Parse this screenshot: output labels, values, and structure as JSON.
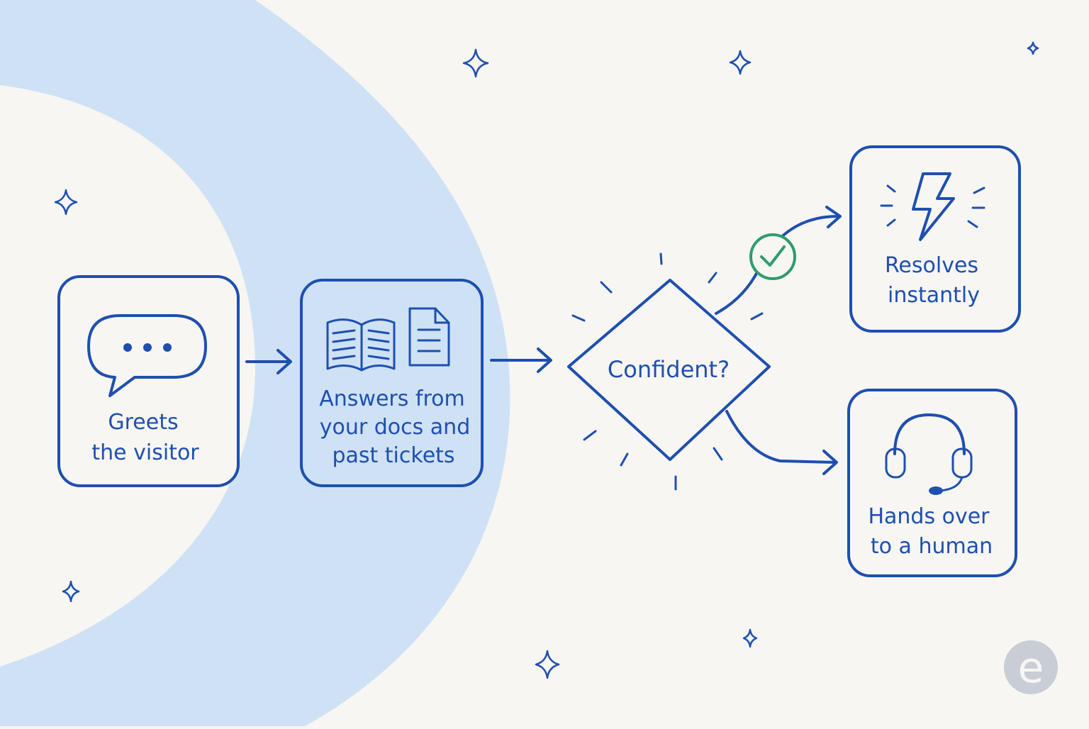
{
  "colors": {
    "background": "#f7f6f2",
    "band": "#cfe1f5",
    "ink": "#1e4fb0",
    "check": "#2e9c6e",
    "logo": "#c8cdd6"
  },
  "nodes": {
    "greet": {
      "line1": "Greets",
      "line2": "the visitor",
      "icon": "speech-bubble-icon"
    },
    "answer": {
      "line1": "Answers from",
      "line2": "your docs and",
      "line3": "past tickets",
      "icon": "book-and-document-icon"
    },
    "decision": {
      "label": "Confident?"
    },
    "resolve": {
      "line1": "Resolves",
      "line2": "instantly",
      "icon": "lightning-bolt-icon"
    },
    "handover": {
      "line1": "Hands over",
      "line2": "to a human",
      "icon": "headset-icon"
    }
  },
  "edges": [
    {
      "from": "greet",
      "to": "answer"
    },
    {
      "from": "answer",
      "to": "decision"
    },
    {
      "from": "decision",
      "to": "resolve",
      "marker": "check-icon"
    },
    {
      "from": "decision",
      "to": "handover"
    }
  ],
  "logo": {
    "letter": "e"
  }
}
